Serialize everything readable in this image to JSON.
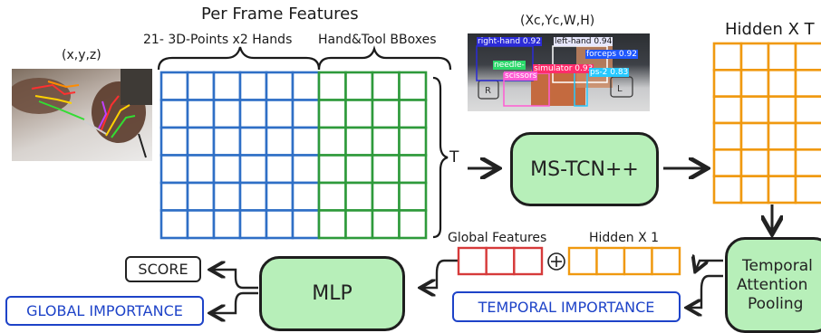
{
  "labels": {
    "per_frame_features": "Per Frame Features",
    "points_hands": "21- 3D-Points x2 Hands",
    "hand_tool_bboxes": "Hand&Tool BBoxes",
    "xyz": "(x,y,z)",
    "bbox_coords": "(Xc,Yc,W,H)",
    "hidden_x_t": "Hidden X T",
    "t_label": "T",
    "global_features": "Global Features",
    "hidden_x_1": "Hidden X 1",
    "plus": "+"
  },
  "blocks": {
    "ms_tcn": "MS-TCN++",
    "mlp": "MLP",
    "temporal_attention_pooling": [
      "Temporal",
      "Attention",
      "Pooling"
    ]
  },
  "outputs": {
    "score": "SCORE",
    "global_importance": "GLOBAL IMPORTANCE",
    "temporal_importance": "TEMPORAL IMPORTANCE"
  },
  "detections": [
    {
      "label": "right-hand 0.92",
      "color": "#2b2bd8"
    },
    {
      "label": "left-hand 0.94",
      "color": "#e8e8ff"
    },
    {
      "label": "forceps 0.92",
      "color": "#1f57ff"
    },
    {
      "label": "needle-",
      "color": "#2bd86a"
    },
    {
      "label": "simulator 0.93",
      "color": "#ff2c6b"
    },
    {
      "label": "scissors",
      "color": "#ff5cd3"
    },
    {
      "label": "ps-2 0.83",
      "color": "#27c9ff"
    }
  ],
  "colors": {
    "blue_grid": "#2f6fc6",
    "green_grid": "#2e9a3b",
    "orange_grid": "#f0990f",
    "red_grid": "#d63a3a",
    "block_fill": "#b7efb9",
    "output_blue": "#1e43c8"
  }
}
